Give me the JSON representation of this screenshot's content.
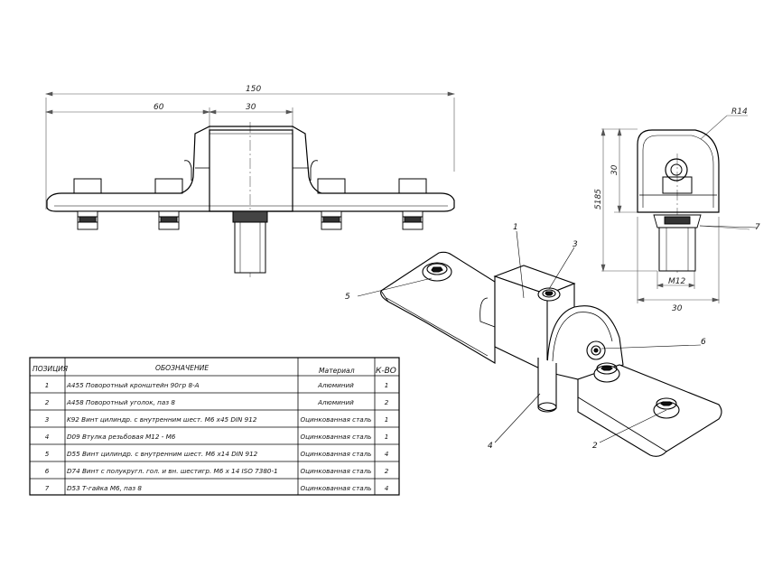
{
  "dimensions": {
    "overall_width": "150",
    "left_offset": "60",
    "center_width": "30",
    "side_radius": "R14",
    "side_height": "30",
    "total_height": "5185",
    "thread": "M12",
    "side_width": "30"
  },
  "callouts": [
    "1",
    "2",
    "3",
    "4",
    "5",
    "6",
    "7"
  ],
  "table": {
    "headers": {
      "position": "ПОЗИЦИЯ",
      "designation": "ОБОЗНАЧЕНИЕ",
      "material": "Материал",
      "quantity": "К-ВО"
    },
    "rows": [
      {
        "pos": "1",
        "name": "A455 Поворотный кронштейн 90гр 8-А",
        "material": "Алюминий",
        "qty": "1"
      },
      {
        "pos": "2",
        "name": "A458 Поворотный уголок, паз 8",
        "material": "Алюминий",
        "qty": "2"
      },
      {
        "pos": "3",
        "name": "K92 Винт цилиндр. с внутренним шест. М6 х45 DIN 912",
        "material": "Оцинкованная сталь",
        "qty": "1"
      },
      {
        "pos": "4",
        "name": "D09 Втулка резьбовая М12 - М6",
        "material": "Оцинкованная сталь",
        "qty": "1"
      },
      {
        "pos": "5",
        "name": "D55 Винт цилиндр. с внутренним шест. М6 х14 DIN 912",
        "material": "Оцинкованная сталь",
        "qty": "4"
      },
      {
        "pos": "6",
        "name": "D74 Винт с полукругл. гол. и вн. шестигр. М6 х 14 ISO 7380-1",
        "material": "Оцинкованная сталь",
        "qty": "2"
      },
      {
        "pos": "7",
        "name": "D53 Т-гайка М6, паз 8",
        "material": "Оцинкованная сталь",
        "qty": "4"
      }
    ]
  }
}
